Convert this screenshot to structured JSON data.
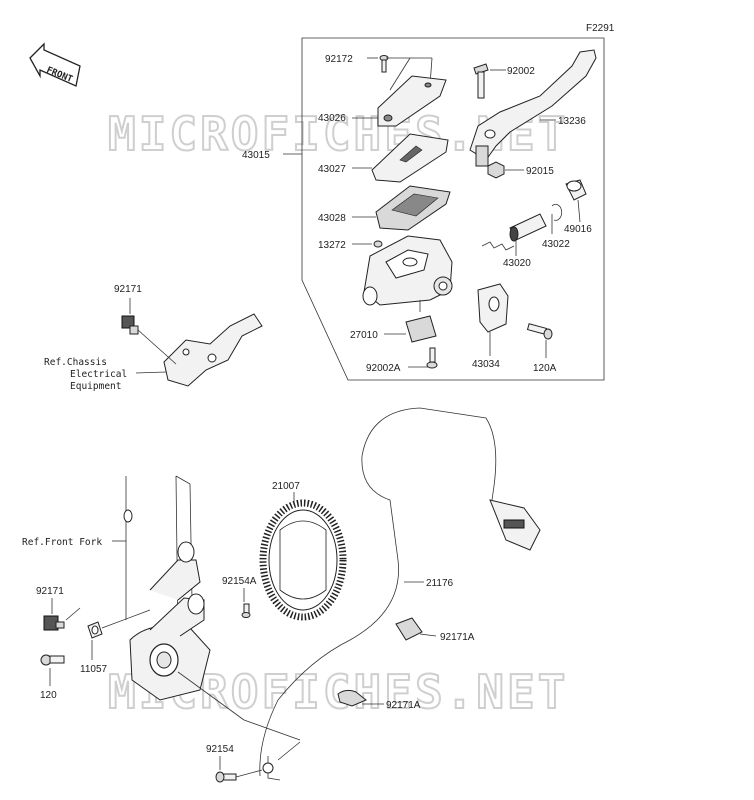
{
  "figure_code": "F2291",
  "front_label": "FRONT",
  "watermark": "MICROFICHES.NET",
  "refs": {
    "chassis": [
      "Ref.Chassis",
      "Electrical",
      "Equipment"
    ],
    "front_fork": "Ref.Front Fork"
  },
  "parts": {
    "p92172": "92172",
    "p92002_top": "92002",
    "p43026": "43026",
    "p13236": "13236",
    "p43015": "43015",
    "p43027": "43027",
    "p92015": "92015",
    "p43028": "43028",
    "p49016": "49016",
    "p43022": "43022",
    "p13272": "13272",
    "p43020": "43020",
    "p92171_top": "92171",
    "p27010": "27010",
    "p92002A": "92002A",
    "p43034": "43034",
    "p120A": "120A",
    "p21007": "21007",
    "p92154A": "92154A",
    "p21176": "21176",
    "p92171_left": "92171",
    "p11057": "11057",
    "p120": "120",
    "p92171A_1": "92171A",
    "p92171A_2": "92171A",
    "p92154": "92154"
  }
}
